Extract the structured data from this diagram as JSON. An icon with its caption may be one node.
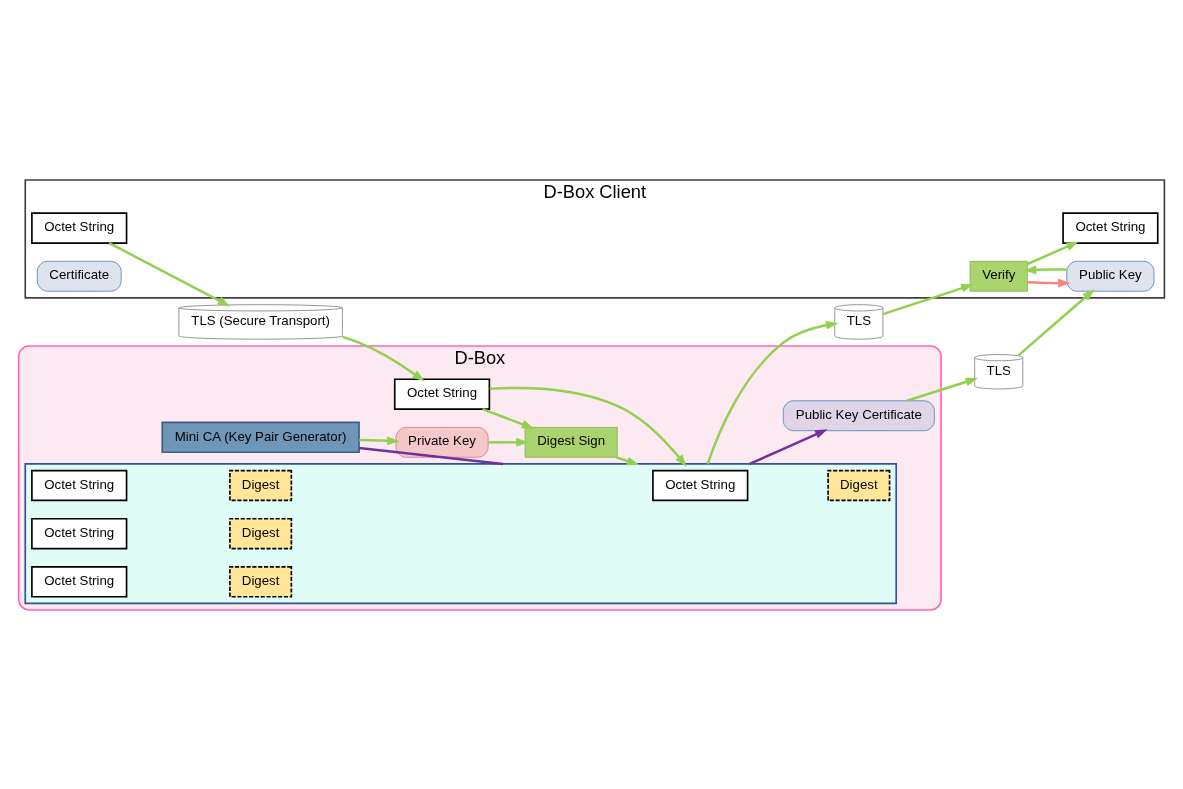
{
  "diagram": {
    "nodes": [
      {
        "text": [
          "D-Box Client"
        ]
      },
      {
        "text": [
          "Octet String"
        ],
        "in": 0
      },
      {
        "text": [
          "Octet String"
        ],
        "in": 0
      },
      {
        "text": [
          "Verify"
        ],
        "in": 0
      },
      {
        "text": [
          "Certificate"
        ],
        "in": 0
      },
      {
        "text": [
          "Public Key"
        ],
        "in": 0
      },
      {
        "text": [
          "TLS (Secure Transport)"
        ]
      },
      {
        "text": [
          "TLS"
        ]
      },
      {
        "text": [
          "TLS"
        ]
      },
      {
        "text": [
          "D-Box"
        ]
      },
      {
        "text": [
          "Mini CA (Key Pair Generator)"
        ],
        "in": 9
      },
      {
        "text": [
          "Private Key"
        ],
        "in": 9
      },
      {
        "text": [
          "Octet String"
        ],
        "in": 9
      },
      {
        "text": [
          "Digest Sign"
        ],
        "in": 9
      },
      {
        "text": [],
        "shape": "box",
        "in": 9
      },
      {
        "text": [
          "Octet String"
        ],
        "in": 14
      },
      {
        "text": [
          "Digest"
        ],
        "in": 14
      },
      {
        "text": [
          "Octet String"
        ],
        "in": 14
      },
      {
        "text": [
          "Digest"
        ],
        "in": 14
      },
      {
        "text": [
          "Octet String"
        ],
        "in": 14
      },
      {
        "text": [
          "Digest"
        ],
        "in": 14
      },
      {
        "text": [
          "Octet String"
        ],
        "in": 14
      },
      {
        "text": [
          "Digest"
        ],
        "in": 14
      },
      {
        "text": [
          "Public Key Certificate"
        ],
        "in": 9
      }
    ],
    "edges": [
      {
        "from": 1,
        "to": 6,
        "arrow": "to"
      },
      {
        "from": 6,
        "to": 12,
        "arrow": "to"
      },
      {
        "from": 10,
        "to": 11,
        "arrow": "to"
      },
      {
        "from": 11,
        "to": 13,
        "arrow": "to"
      },
      {
        "from": 12,
        "to": 13,
        "arrow": "to"
      },
      {
        "from": 12,
        "to": 14,
        "arrow": "to"
      },
      {
        "from": 13,
        "to": 14,
        "arrow": "to"
      },
      {
        "from": 10,
        "to": 14,
        "arrow": "none",
        "color": "#7030a0"
      },
      {
        "from": 14,
        "to": 23,
        "arrow": "to",
        "color": "#7030a0"
      },
      {
        "from": 14,
        "to": 7,
        "arrow": "to"
      },
      {
        "from": 7,
        "to": 3,
        "arrow": "to"
      },
      {
        "from": 3,
        "to": 2,
        "arrow": "to"
      },
      {
        "from": 23,
        "to": 8,
        "arrow": "to"
      },
      {
        "from": 8,
        "to": 5,
        "arrow": "to"
      },
      {
        "from": 5,
        "to": 3,
        "arrow": "to"
      },
      {
        "from": 3,
        "to": 5,
        "arrow": "to",
        "color": "#ff7f7f"
      }
    ]
  }
}
